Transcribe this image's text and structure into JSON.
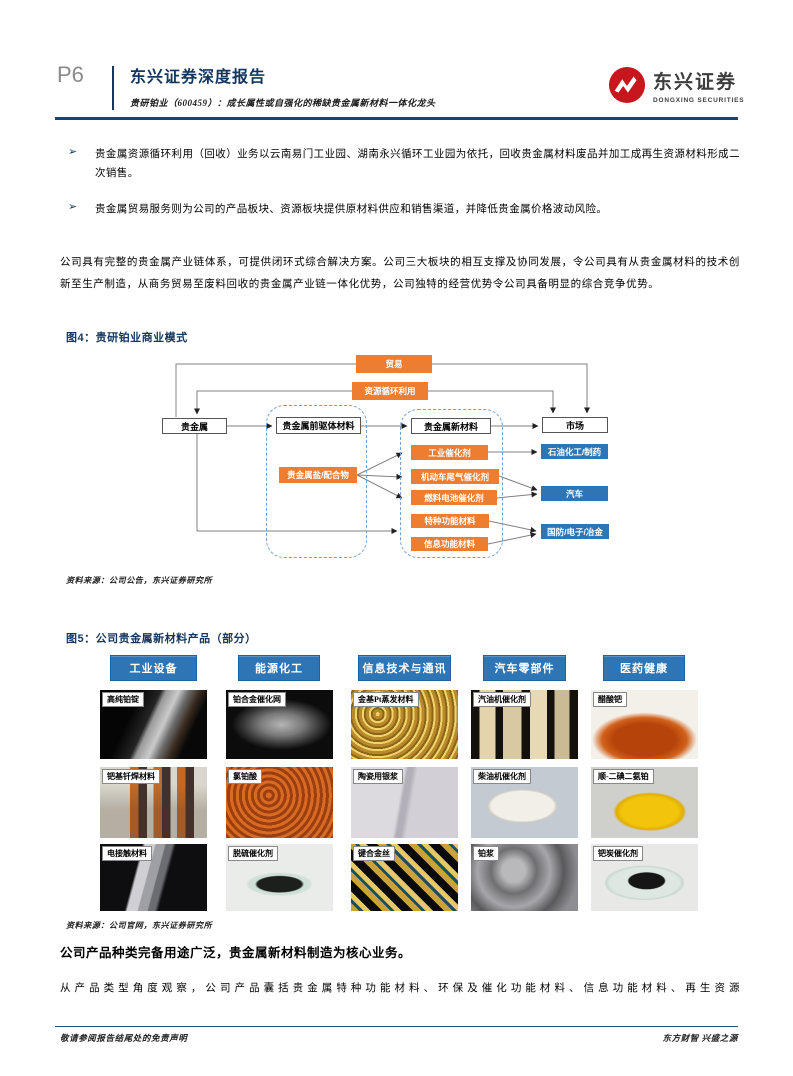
{
  "header": {
    "page_number": "P6",
    "report_type": "东兴证券深度报告",
    "report_subtitle": "贵研铂业（600459）：成长属性或自强化的稀缺贵金属新材料一体化龙头",
    "logo": {
      "name_cn": "东兴证券",
      "name_en": "DONGXING SECURITIES"
    }
  },
  "bullet_marker": "➢",
  "bullets": [
    "贵金属资源循环利用（回收）业务以云南易门工业园、湖南永兴循环工业园为依托，回收贵金属材料废品并加工成再生资源材料形成二次销售。",
    "贵金属贸易服务则为公司的产品板块、资源板块提供原材料供应和销售渠道，并降低贵金属价格波动风险。"
  ],
  "paragraph1": "公司具有完整的贵金属产业链体系，可提供闭环式综合解决方案。公司三大板块的相互支撑及协同发展，令公司具有从贵金属材料的技术创新至生产制造，从商务贸易至废料回收的贵金属产业链一体化优势，公司独特的经营优势令公司具备明显的综合竞争优势。",
  "figure4": {
    "caption": "图4：贵研铂业商业模式",
    "source": "资料来源：公司公告，东兴证券研究所",
    "nodes": {
      "trade": "贸易",
      "recycle": "资源循环利用",
      "precious_metal": "贵金属",
      "precursor": "贵金属前驱体材料",
      "new_material": "贵金属新材料",
      "market": "市场",
      "salt_complex": "贵金属盐/配合物",
      "industrial_catalyst": "工业催化剂",
      "vehicle_exhaust_catalyst": "机动车尾气催化剂",
      "fuel_cell_catalyst": "燃料电池催化剂",
      "special_function_material": "特种功能材料",
      "info_function_material": "信息功能材料",
      "petrochemical_pharma": "石油化工/制药",
      "automobile": "汽车",
      "defense_electronics_metallurgy": "国防/电子/冶金"
    }
  },
  "figure5": {
    "caption": "图5：公司贵金属新材料产品（部分）",
    "source": "资料来源：公司官网，东兴证券研究所",
    "categories": [
      "工业设备",
      "能源化工",
      "信息技术与通讯",
      "汽车零部件",
      "医药健康"
    ],
    "products": [
      [
        "高纯铂锭",
        "铂合金催化网",
        "金基Pt蒸发材料",
        "汽油机催化剂",
        "醋酸钯"
      ],
      [
        "钯基钎焊材料",
        "氯铂酸",
        "陶瓷用银浆",
        "柴油机催化剂",
        "顺-二碘二氨铂"
      ],
      [
        "电接触材料",
        "脱硫催化剂",
        "键合金丝",
        "铂浆",
        "钯炭催化剂"
      ]
    ]
  },
  "paragraph2_bold": "公司产品种类完备用途广泛，贵金属新材料制造为核心业务。",
  "paragraph3": "从产品类型角度观察，公司产品囊括贵金属特种功能材料、环保及催化功能材料、信息功能材料、再生资源",
  "footer": {
    "left": "敬请参阅报告结尾处的免责声明",
    "right": "东方财智 兴盛之源"
  },
  "colors": {
    "navy": "#16365d",
    "orange": "#ed7d31",
    "blue": "#2e75b6",
    "brand_red": "#c8161e"
  }
}
